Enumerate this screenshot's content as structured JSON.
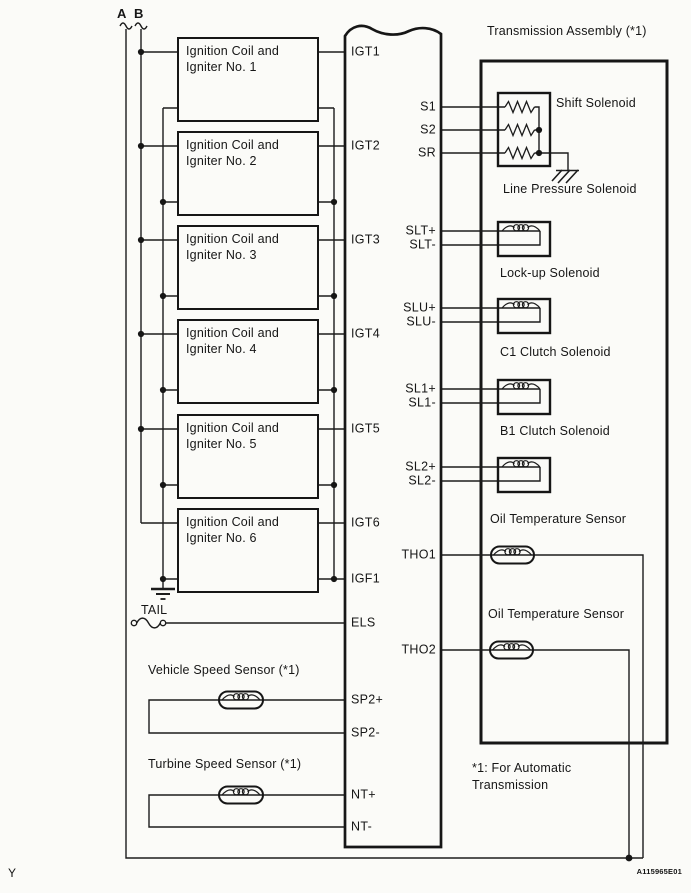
{
  "buses": {
    "a_label": "A",
    "b_label": "B"
  },
  "ignition_boxes": [
    {
      "line1": "Ignition Coil and",
      "line2": "Igniter No. 1"
    },
    {
      "line1": "Ignition Coil and",
      "line2": "Igniter No. 2"
    },
    {
      "line1": "Ignition Coil and",
      "line2": "Igniter No. 3"
    },
    {
      "line1": "Ignition Coil and",
      "line2": "Igniter No. 4"
    },
    {
      "line1": "Ignition Coil and",
      "line2": "Igniter No. 5"
    },
    {
      "line1": "Ignition Coil and",
      "line2": "Igniter No. 6"
    }
  ],
  "ecu": {
    "left_pins": {
      "igt1": "IGT1",
      "igt2": "IGT2",
      "igt3": "IGT3",
      "igt4": "IGT4",
      "igt5": "IGT5",
      "igt6": "IGT6",
      "igf1": "IGF1",
      "els": "ELS",
      "sp2_plus": "SP2+",
      "sp2_minus": "SP2-",
      "nt_plus": "NT+",
      "nt_minus": "NT-"
    },
    "right_pins": {
      "s1": "S1",
      "s2": "S2",
      "sr": "SR",
      "slt_plus": "SLT+",
      "slt_minus": "SLT-",
      "slu_plus": "SLU+",
      "slu_minus": "SLU-",
      "sl1_plus": "SL1+",
      "sl1_minus": "SL1-",
      "sl2_plus": "SL2+",
      "sl2_minus": "SL2-",
      "tho1": "THO1",
      "tho2": "THO2"
    }
  },
  "left_labels": {
    "tail": "TAIL",
    "vehicle_speed_sensor": "Vehicle Speed Sensor (*1)",
    "turbine_speed_sensor": "Turbine Speed Sensor (*1)"
  },
  "transmission": {
    "title": "Transmission Assembly (*1)",
    "shift_solenoid": "Shift Solenoid",
    "line_pressure_solenoid": "Line Pressure Solenoid",
    "lockup_solenoid": "Lock-up Solenoid",
    "c1_clutch_solenoid": "C1 Clutch Solenoid",
    "b1_clutch_solenoid": "B1 Clutch Solenoid",
    "oil_temp_sensor_1": "Oil Temperature Sensor",
    "oil_temp_sensor_2": "Oil Temperature Sensor"
  },
  "footnote": {
    "line1": "*1: For Automatic",
    "line2": "Transmission"
  },
  "page": {
    "corner_mark": "Y",
    "doc_number": "A115965E01"
  },
  "colors": {
    "line": "#1c1c1c",
    "background": "#fbfbf8"
  }
}
